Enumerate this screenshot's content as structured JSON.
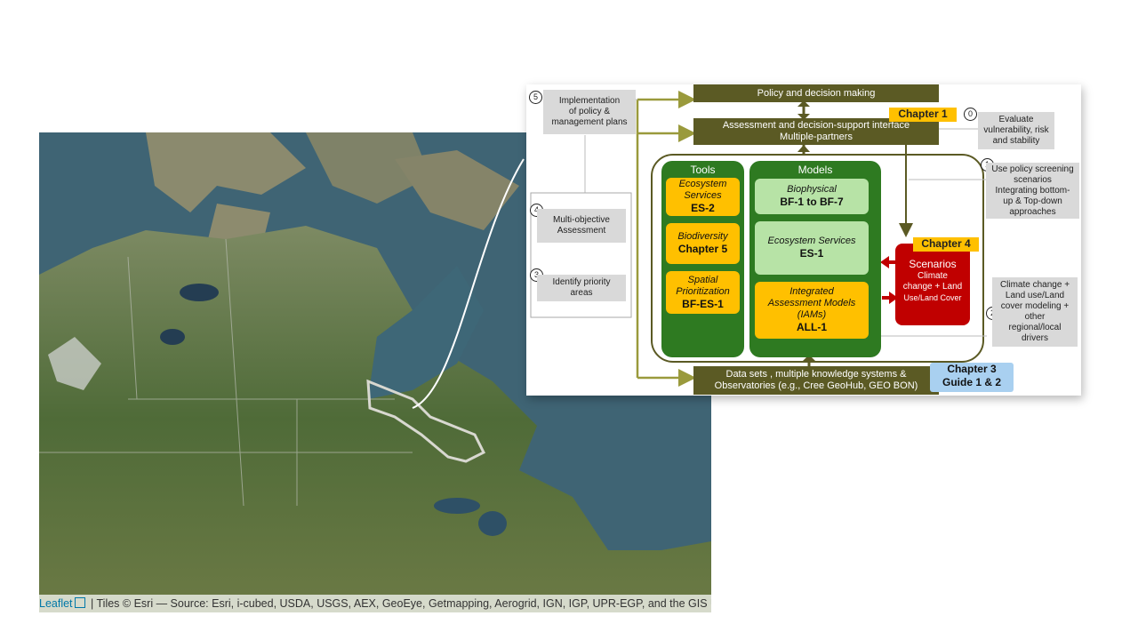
{
  "map": {
    "attribution_link": "Leaflet",
    "attribution_text": " | Tiles © Esri — Source: Esri, i-cubed, USDA, USGS, AEX, GeoEye, Getmapping, Aerogrid, IGN, IGP, UPR-EGP, and the GIS User Community"
  },
  "diagram": {
    "policy": "Policy and decision making",
    "assessment_line1": "Assessment and decision-support interface",
    "assessment_line2": "Multiple-partners",
    "chapter1": "Chapter 1",
    "chapter3_line1": "Chapter 3",
    "chapter3_line2": "Guide 1 & 2",
    "chapter4": "Chapter 4",
    "datasets_line1": "Data sets , multiple knowledge systems &",
    "datasets_line2": "Observatories (e.g., Cree GeoHub, GEO BON)",
    "steps": [
      {
        "num": "0",
        "lines": [
          "Evaluate",
          "vulnerability, risk",
          "and stability"
        ]
      },
      {
        "num": "1",
        "lines": [
          "Use policy screening",
          "scenarios",
          "Integrating bottom-",
          "up & Top-down",
          "approaches"
        ]
      },
      {
        "num": "2",
        "lines": [
          "Climate change +",
          "Land use/Land",
          "cover modeling  +",
          "other",
          "regional/local",
          "drivers"
        ]
      },
      {
        "num": "3",
        "lines": [
          "Identify priority",
          "areas"
        ]
      },
      {
        "num": "4",
        "lines": [
          "Multi-objective",
          "Assessment"
        ]
      },
      {
        "num": "5",
        "lines": [
          "Implementation",
          "of policy &",
          "management plans"
        ]
      }
    ],
    "tools": {
      "title": "Tools",
      "items": [
        {
          "italic": [
            "Ecosystem",
            "Services"
          ],
          "bold": "ES-2"
        },
        {
          "italic": [
            "Biodiversity"
          ],
          "bold": "Chapter 5"
        },
        {
          "italic": [
            "Spatial",
            "Prioritization"
          ],
          "bold": "BF-ES-1"
        }
      ]
    },
    "models": {
      "title": "Models",
      "items": [
        {
          "italic": [
            "Biophysical"
          ],
          "bold": "BF-1 to BF-7"
        },
        {
          "italic": [
            "Ecosystem Services"
          ],
          "bold": "ES-1"
        },
        {
          "italic": [
            "Integrated",
            "Assessment Models",
            "(IAMs)"
          ],
          "bold": "ALL-1"
        }
      ]
    },
    "scenarios": {
      "title": "Scenarios",
      "line1": "Climate",
      "line2": "change + Land",
      "line3": "Use/Land Cover"
    }
  },
  "colors": {
    "olive": "#5b5a24",
    "panel_green": "#2e7a21",
    "light_green": "#b7e3a6",
    "yellow": "#ffc000",
    "red": "#c00000",
    "blue": "#a9d0f0",
    "arrow_olive": "#9a9a3c"
  }
}
